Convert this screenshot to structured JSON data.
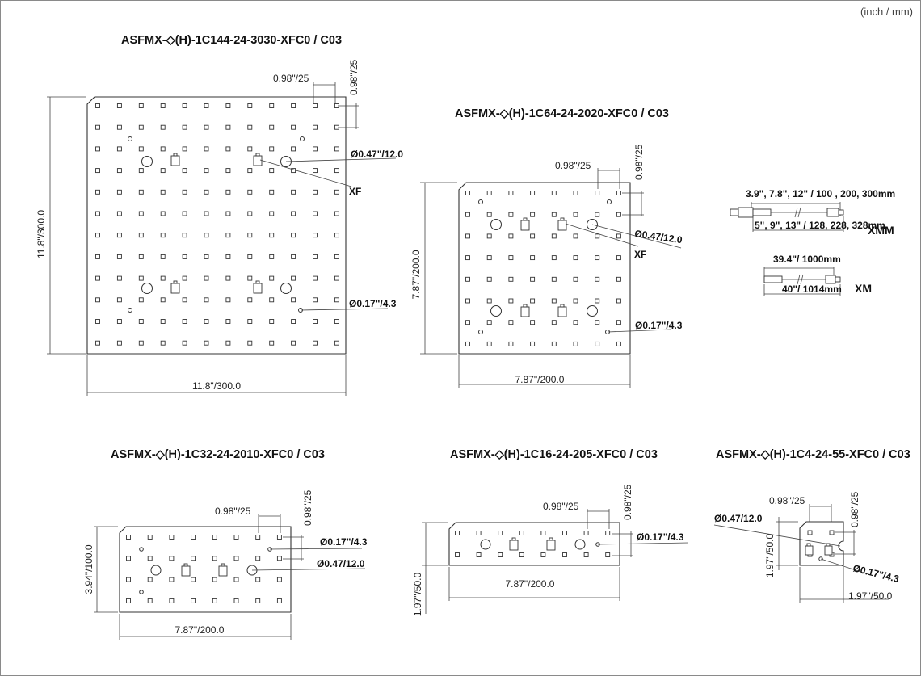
{
  "units_label": "(inch / mm)",
  "plates": [
    {
      "title": "ASFMX-◇(H)-1C144-24-3030-XFC0 / C03",
      "width_label": "11.8\"/300.0",
      "height_label": "11.8\"/300.0",
      "pitch_h_label": "0.98\"/25",
      "pitch_v_label": "0.98\"/25",
      "callouts": [
        "Ø0.47\"/12.0",
        "XF",
        "Ø0.17\"/4.3"
      ]
    },
    {
      "title": "ASFMX-◇(H)-1C64-24-2020-XFC0 / C03",
      "width_label": "7.87\"/200.0",
      "height_label": "7.87\"/200.0",
      "pitch_h_label": "0.98\"/25",
      "pitch_v_label": "0.98\"/25",
      "callouts": [
        "Ø0.47/12.0",
        "XF",
        "Ø0.17\"/4.3"
      ]
    },
    {
      "title": "ASFMX-◇(H)-1C32-24-2010-XFC0 / C03",
      "width_label": "7.87\"/200.0",
      "height_label": "3.94\"/100.0",
      "pitch_h_label": "0.98\"/25",
      "pitch_v_label": "0.98\"/25",
      "callouts": [
        "Ø0.17\"/4.3",
        "Ø0.47/12.0"
      ]
    },
    {
      "title": "ASFMX-◇(H)-1C16-24-205-XFC0 / C03",
      "width_label": "7.87\"/200.0",
      "height_label": "1.97\"/50.0",
      "pitch_h_label": "0.98\"/25",
      "pitch_v_label": "0.98\"/25",
      "callouts": [
        "Ø0.17\"/4.3"
      ]
    },
    {
      "title": "ASFMX-◇(H)-1C4-24-55-XFC0 / C03",
      "width_label": "1.97\"/50.0",
      "height_label": "1.97\"/50.0",
      "pitch_h_label": "0.98\"/25",
      "pitch_v_label": "0.98\"/25",
      "callouts": [
        "Ø0.47/12.0",
        "Ø0.17\"/4.3"
      ]
    }
  ],
  "cables": {
    "xmm": {
      "name": "XMM",
      "length_top": "3.9\", 7.8\", 12\" / 100 , 200, 300mm",
      "length_bottom": "5\", 9\", 13\" / 128, 228, 328mm"
    },
    "xm": {
      "name": "XM",
      "length_top": "39.4\"/ 1000mm",
      "length_bottom": "40\"/ 1014mm"
    }
  }
}
